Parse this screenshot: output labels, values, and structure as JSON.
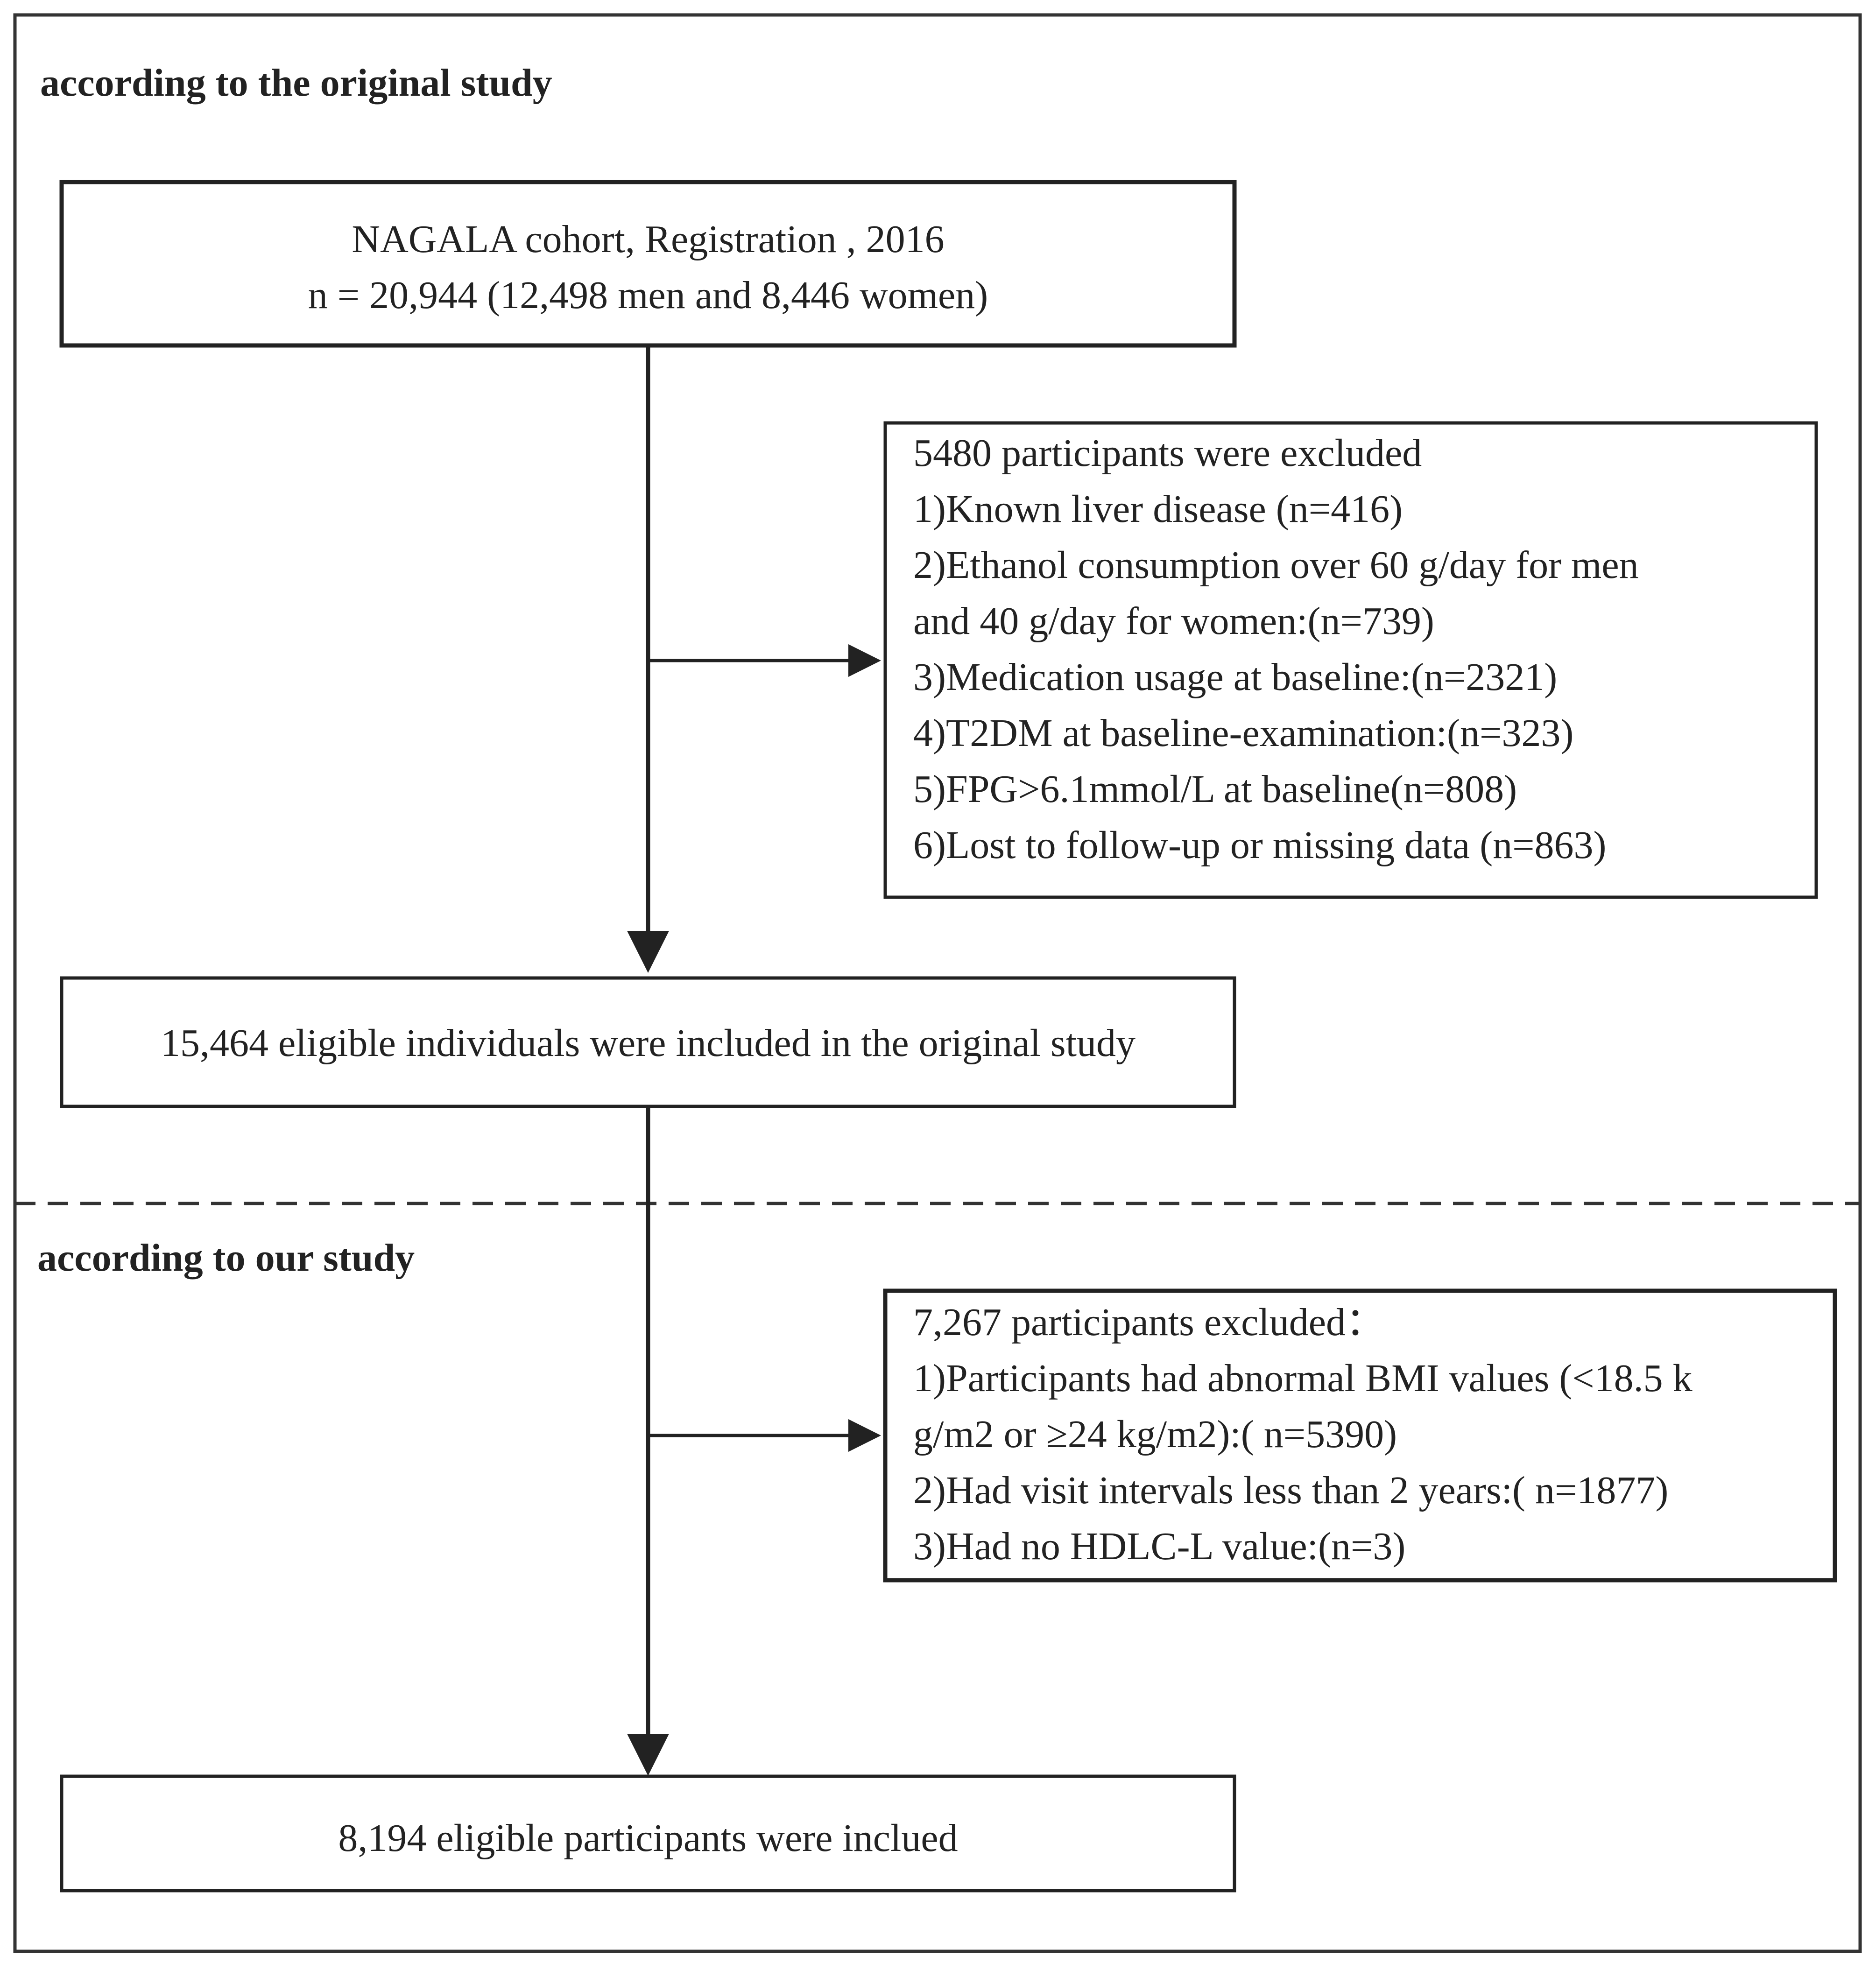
{
  "sections": {
    "original": "according to the original study",
    "ours": "according to our study"
  },
  "boxes": {
    "cohort": {
      "lines": [
        "NAGALA cohort, Registration , 2016",
        "n = 20,944 (12,498 men and 8,446 women)"
      ]
    },
    "exclusion_original": {
      "lines": [
        "5480 participants were excluded",
        "1)Known liver disease (n=416)",
        "2)Ethanol consumption over 60 g/day for men",
        "and 40 g/day for women:(n=739)",
        "3)Medication usage at baseline:(n=2321)",
        "4)T2DM at baseline-examination:(n=323)",
        "5)FPG>6.1mmol/L at baseline(n=808)",
        "6)Lost to follow-up or missing data (n=863)"
      ]
    },
    "eligible_original": {
      "lines": [
        "15,464 eligible individuals were included in the original study"
      ]
    },
    "exclusion_ours": {
      "lines": [
        "7,267 participants excluded：",
        "1)Participants had abnormal BMI values (<18.5 k",
        "g/m2 or ≥24 kg/m2):( n=5390)",
        "2)Had visit intervals less than 2 years:( n=1877)",
        "3)Had no HDLC-L value:(n=3)"
      ]
    },
    "final": {
      "lines": [
        "8,194 eligible participants were inclued"
      ]
    }
  }
}
